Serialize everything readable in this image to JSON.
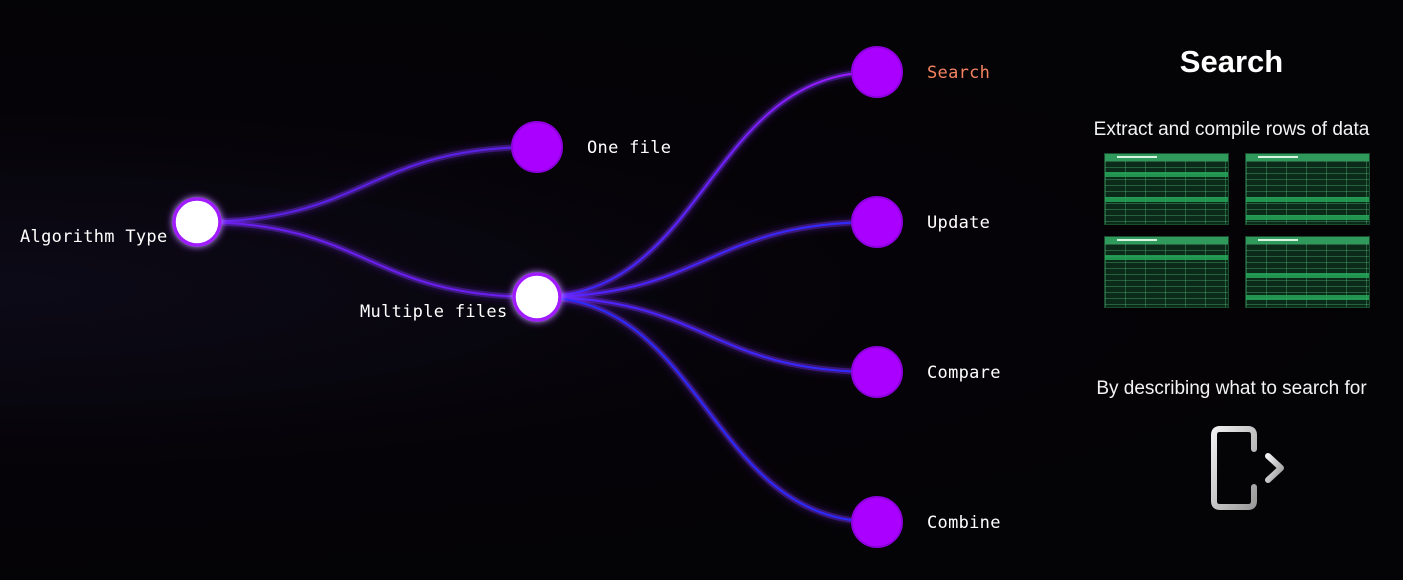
{
  "tree": {
    "root": {
      "label": "Algorithm Type"
    },
    "level1": [
      {
        "label": "One file"
      },
      {
        "label": "Multiple files"
      }
    ],
    "level2": [
      {
        "label": "Search",
        "active": true
      },
      {
        "label": "Update"
      },
      {
        "label": "Compare"
      },
      {
        "label": "Combine"
      }
    ]
  },
  "colors": {
    "node_filled": "#aa00ff",
    "node_open_fill": "#ffffff",
    "link_start": "#a01bff",
    "link_end": "#2b2bff",
    "active_label": "#f4845f"
  },
  "panel": {
    "title": "Search",
    "description": "Extract and compile rows of data",
    "caption": "By describing what to search for",
    "image": "spreadsheet-thumbnails",
    "icon": "exit-icon"
  }
}
